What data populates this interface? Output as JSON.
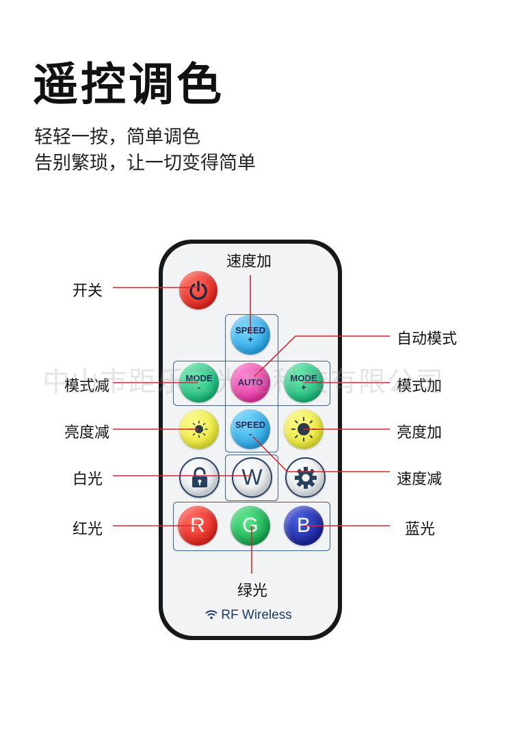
{
  "heading": {
    "title": "遥控调色",
    "line1": "轻轻一按，简单调色",
    "line2": "告别繁琐，让一切变得简单"
  },
  "watermark": "中山市距乐汇光电科技有限公司",
  "remote": {
    "buttons": {
      "speed_up_top": "SPEED",
      "speed_up_sign": "+",
      "mode_minus_top": "MODE",
      "mode_minus_sign": "-",
      "auto": "AUTO",
      "mode_plus_top": "MODE",
      "mode_plus_sign": "+",
      "speed_down_top": "SPEED",
      "speed_down_sign": "-",
      "white": "W",
      "red": "R",
      "green": "G",
      "blue": "B"
    },
    "brand": "RF Wireless"
  },
  "labels": {
    "power": "开关",
    "speed_up": "速度加",
    "auto_mode": "自动模式",
    "mode_minus": "模式减",
    "mode_plus": "模式加",
    "brightness_down": "亮度减",
    "brightness_up": "亮度加",
    "white_light": "白光",
    "speed_down": "速度减",
    "red_light": "红光",
    "blue_light": "蓝光",
    "green_light": "绿光"
  },
  "colors": {
    "leader_line": "#d8232a",
    "remote_body": "#16181a",
    "remote_face": "#f1f3f5"
  }
}
